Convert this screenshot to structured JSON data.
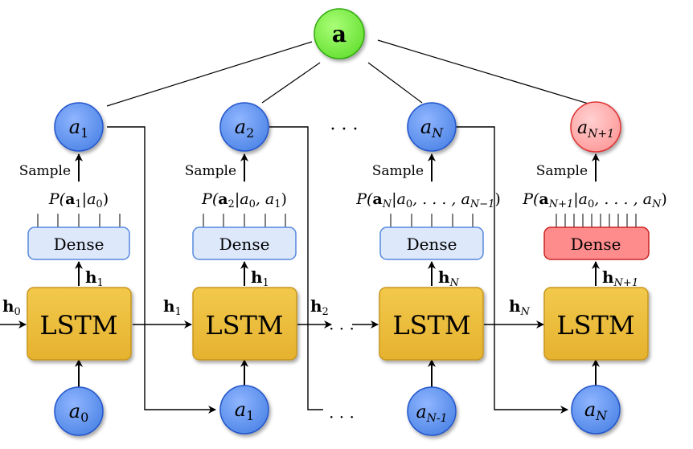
{
  "colors": {
    "node_blue": "#6699ee",
    "node_blue_stroke": "#2255cc",
    "node_green": "#77ee44",
    "node_green_stroke": "#33aa11",
    "node_red": "#ffaaaa",
    "node_red_stroke": "#dd3333",
    "lstm_fill": "#ecbe3c",
    "lstm_stroke": "#c8961e",
    "dense_blue": "#dde8fb",
    "dense_blue_stroke": "#5588dd",
    "dense_red": "#ff8888",
    "dense_red_stroke": "#cc2222"
  },
  "top_node": {
    "label": "a"
  },
  "outputs": [
    {
      "sym": "a",
      "sub": "1"
    },
    {
      "sym": "a",
      "sub": "2"
    },
    {
      "sym": "a",
      "sub": "N"
    },
    {
      "sym": "a",
      "sub": "N+1"
    }
  ],
  "inputs": [
    {
      "sym": "a",
      "sub": "0"
    },
    {
      "sym": "a",
      "sub": "1"
    },
    {
      "sym": "a",
      "sub": "N-1"
    },
    {
      "sym": "a",
      "sub": "N"
    }
  ],
  "sample_label": "Sample",
  "probabilities": [
    {
      "pre": "P(",
      "bold": "a",
      "bsub": "1",
      "post": "|a",
      "psub": "0",
      "tail": ")"
    },
    {
      "pre": "P(",
      "bold": "a",
      "bsub": "2",
      "post": "|a",
      "psub": "0",
      "tail": ", a",
      "tsub": "1",
      "end": ")"
    },
    {
      "pre": "P(",
      "bold": "a",
      "bsub": "N",
      "post": "|a",
      "psub": "0",
      "tail": ", . . . , a",
      "tsub": "N−1",
      "end": ")"
    },
    {
      "pre": "P(",
      "bold": "a",
      "bsub": "N+1",
      "post": "|a",
      "psub": "0",
      "tail": ", . . . , a",
      "tsub": "N",
      "end": ")"
    }
  ],
  "dense_label": "Dense",
  "lstm_label": "LSTM",
  "hidden_up": [
    {
      "sym": "h",
      "sub": "1"
    },
    {
      "sym": "h",
      "sub": "1"
    },
    {
      "sym": "h",
      "sub": "N"
    },
    {
      "sym": "h",
      "sub": "N+1"
    }
  ],
  "hidden_in": [
    {
      "sym": "h",
      "sub": "0"
    },
    {
      "sym": "h",
      "sub": "1"
    },
    {
      "sym": "h",
      "sub": "2"
    },
    {
      "sym": "h",
      "sub": "N"
    }
  ],
  "ellipsis": "· · ·"
}
